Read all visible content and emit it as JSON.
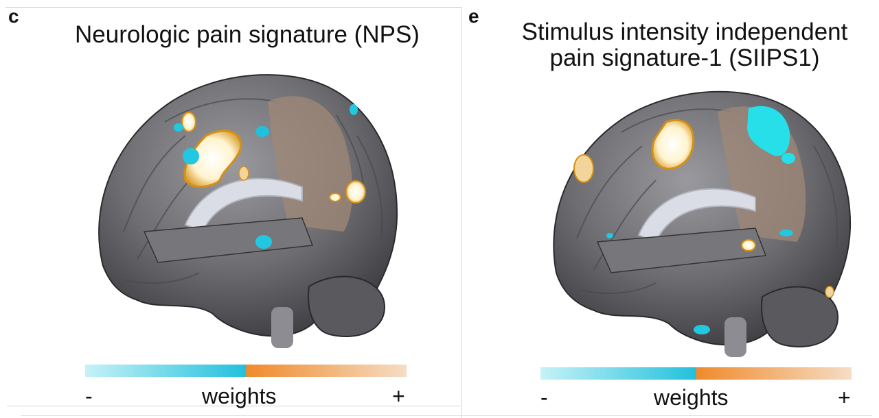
{
  "panels": [
    {
      "letter": "c",
      "title": "Neurologic pain signature (NPS)",
      "colorbar": {
        "minus": "-",
        "label": "weights",
        "plus": "+"
      }
    },
    {
      "letter": "e",
      "title_line1": "Stimulus intensity independent",
      "title_line2": "pain signature-1 (SIIPS1)",
      "colorbar": {
        "minus": "-",
        "label": "weights",
        "plus": "+"
      }
    }
  ],
  "colors": {
    "negative_weights": "#22c0dc",
    "positive_weights": "#f08a2c",
    "brain_gray": "#6e6e72"
  }
}
